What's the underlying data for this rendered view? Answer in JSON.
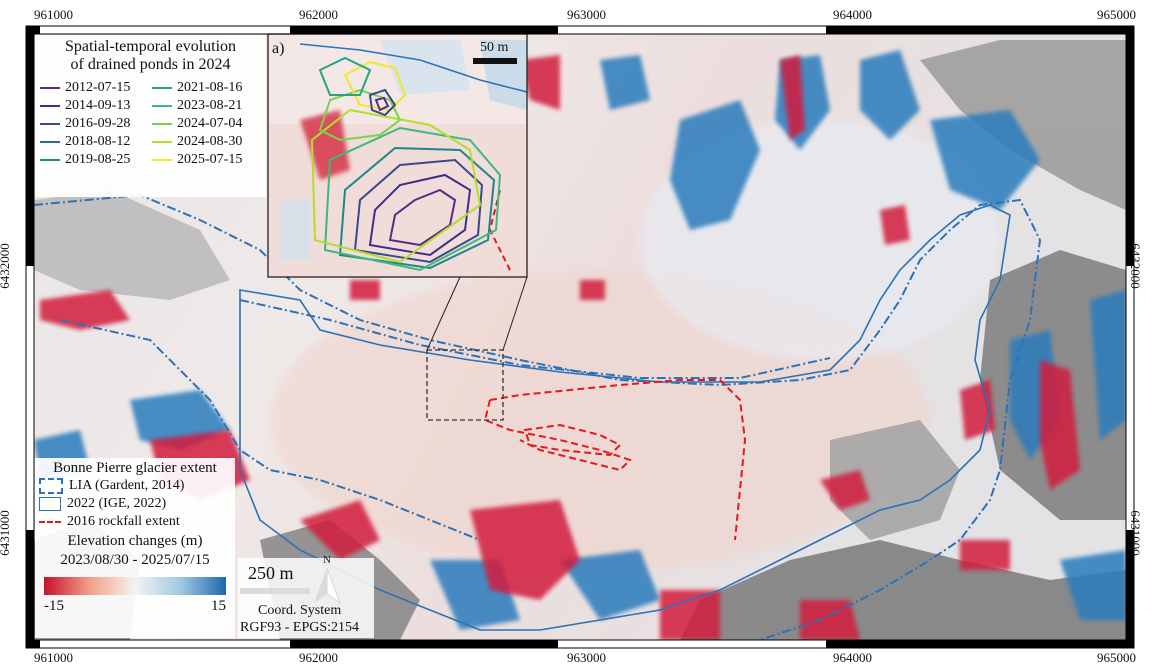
{
  "coordinate_frame": {
    "x_ticks": [
      "961000",
      "962000",
      "963000",
      "964000",
      "965000"
    ],
    "y_ticks": [
      "6432000",
      "6431000"
    ]
  },
  "inset": {
    "panel_label": "a)",
    "scale_label": "50 m"
  },
  "ponds_legend": {
    "title_line1": "Spatial-temporal evolution",
    "title_line2": "of drained ponds in 2024",
    "dates": [
      {
        "date": "2012-07-15",
        "color": "#5b2a86"
      },
      {
        "date": "2014-09-13",
        "color": "#3f2d8a"
      },
      {
        "date": "2016-09-28",
        "color": "#394a8c"
      },
      {
        "date": "2018-08-12",
        "color": "#2f6a8e"
      },
      {
        "date": "2019-08-25",
        "color": "#1f868a"
      },
      {
        "date": "2021-08-16",
        "color": "#25a485"
      },
      {
        "date": "2023-08-21",
        "color": "#3db97a"
      },
      {
        "date": "2024-07-04",
        "color": "#7cd14e"
      },
      {
        "date": "2024-08-30",
        "color": "#b4dd2c"
      },
      {
        "date": "2025-07-15",
        "color": "#f3e52b"
      }
    ]
  },
  "extent_legend": {
    "title": "Bonne Pierre glacier extent",
    "items": [
      {
        "label": "LIA (Gardent, 2014)",
        "color": "#2c72b6",
        "style": "dashdot"
      },
      {
        "label": "2022 (IGE, 2022)",
        "color": "#2c72b6",
        "style": "solid"
      },
      {
        "label": "2016 rockfall extent",
        "color": "#e41a1c",
        "style": "dashed"
      }
    ]
  },
  "elevation_legend": {
    "title": "Elevation changes (m)",
    "period": "2023/08/30 - 2025/07/15",
    "min_label": "-15",
    "max_label": "15",
    "colors": [
      "#c8102e",
      "#f2a088",
      "#f5f3f1",
      "#9ec9e3",
      "#2166ac"
    ]
  },
  "map_furniture": {
    "scalebar_label": "250 m",
    "north_label": "N",
    "crs_line1": "Coord. System",
    "crs_line2": "RGF93 - EPGS:2154"
  }
}
